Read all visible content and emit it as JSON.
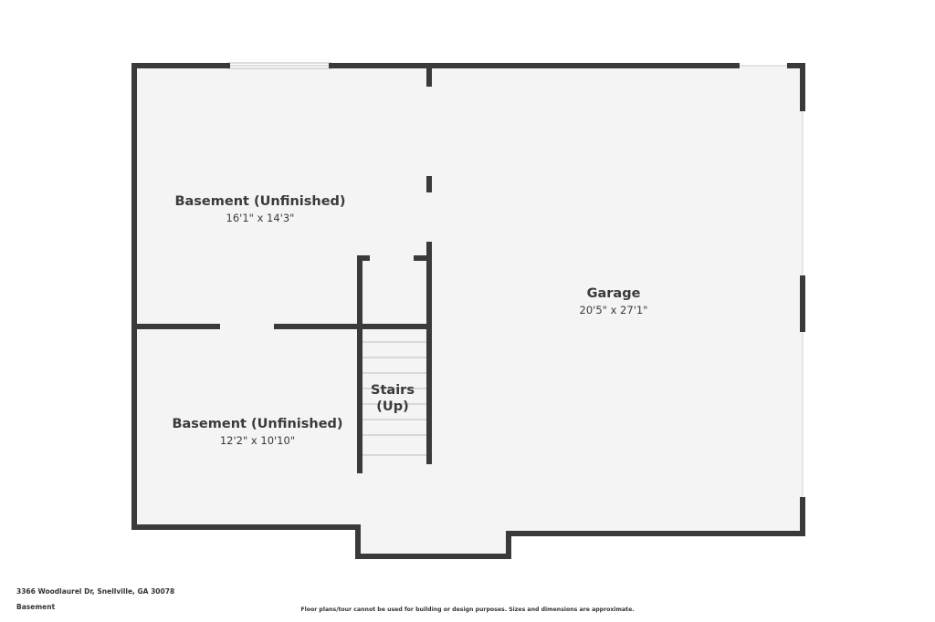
{
  "rooms": {
    "basement_upper": {
      "name": "Basement (Unfinished)",
      "dims": "16'1\" x 14'3\""
    },
    "basement_lower": {
      "name": "Basement (Unfinished)",
      "dims": "12'2\" x 10'10\""
    },
    "stairs": {
      "name_line1": "Stairs",
      "name_line2": "(Up)"
    },
    "garage": {
      "name": "Garage",
      "dims": "20'5\" x 27'1\""
    }
  },
  "footer": {
    "address": "3366 Woodlaurel Dr, Snellville, GA 30078",
    "floor": "Basement",
    "disclaimer": "Floor plans/tour cannot be used for building or design purposes. Sizes and dimensions are approximate."
  },
  "colors": {
    "wall": "#3a3a3a",
    "floor": "#f4f4f4",
    "window": "#d8d8d8"
  }
}
